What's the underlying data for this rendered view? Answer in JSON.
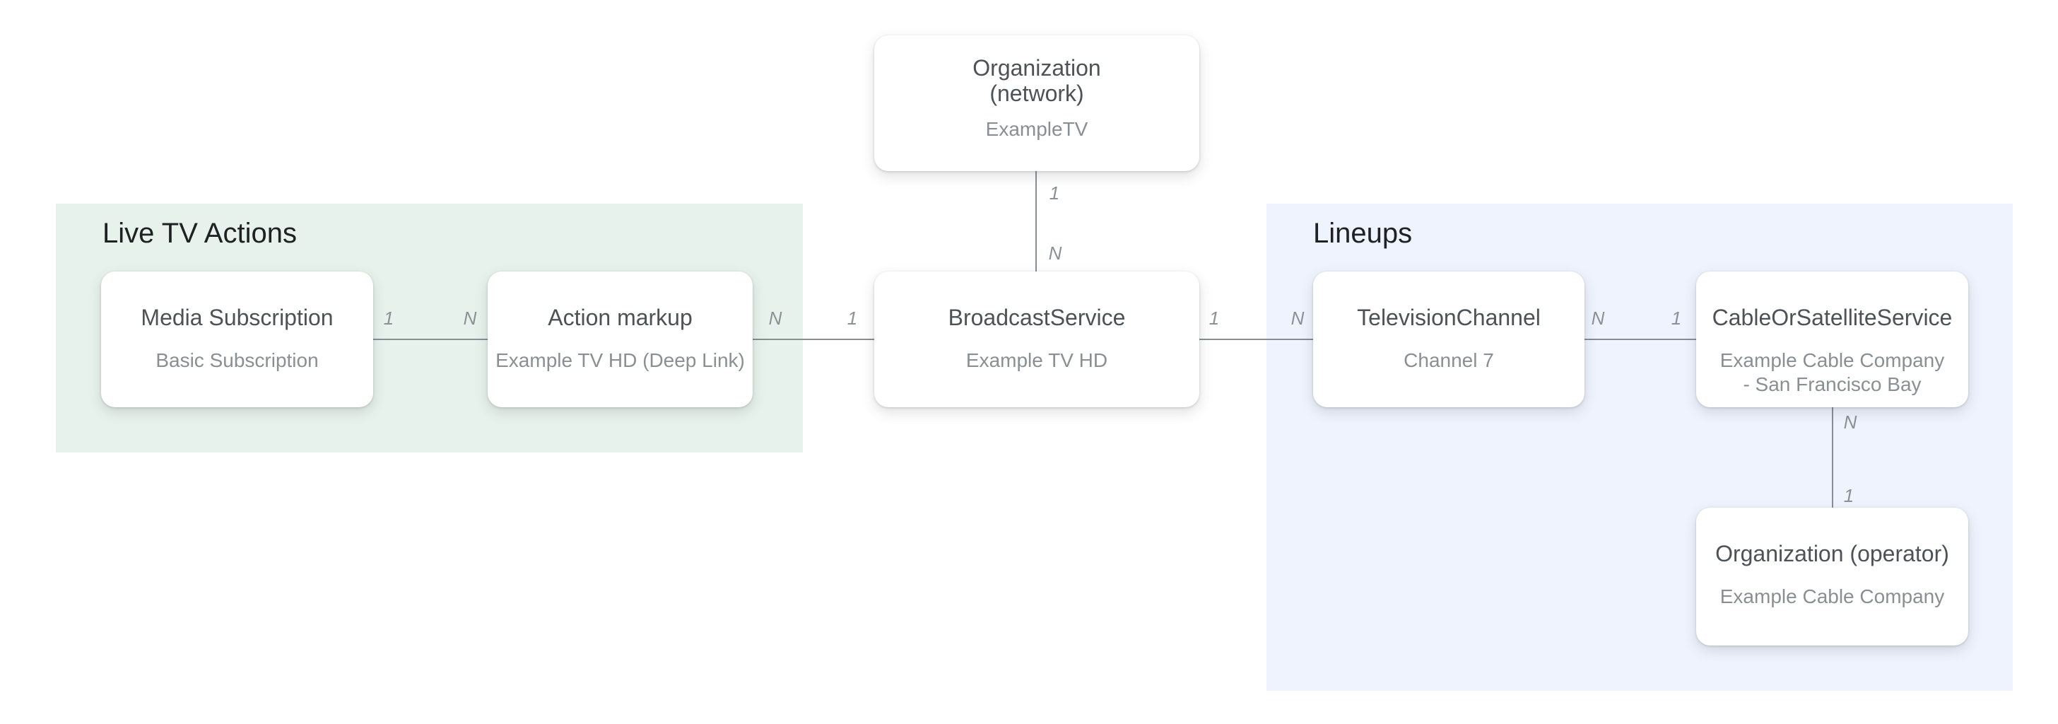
{
  "groups": [
    {
      "id": "live-tv-actions",
      "label": "Live TV Actions",
      "bg": "#e7f2ec"
    },
    {
      "id": "lineups",
      "label": "Lineups",
      "bg": "#eef3fd"
    }
  ],
  "nodes": [
    {
      "id": "organization-network",
      "title_line1": "Organization",
      "title_line2": "(network)",
      "subtitle": "ExampleTV"
    },
    {
      "id": "media-subscription",
      "title": "Media Subscription",
      "subtitle": "Basic Subscription"
    },
    {
      "id": "action-markup",
      "title": "Action markup",
      "subtitle": "Example TV HD (Deep Link)"
    },
    {
      "id": "broadcast-service",
      "title": "BroadcastService",
      "subtitle": "Example TV HD"
    },
    {
      "id": "television-channel",
      "title": "TelevisionChannel",
      "subtitle": "Channel 7"
    },
    {
      "id": "cable-or-satellite-service",
      "title": "CableOrSatelliteService",
      "subtitle": "Example Cable Company - San Francisco Bay"
    },
    {
      "id": "organization-operator",
      "title": "Organization (operator)",
      "subtitle": "Example Cable Company"
    }
  ],
  "edges": [
    {
      "from": "organization-network",
      "to": "broadcast-service",
      "orientation": "vertical",
      "from_label": "1",
      "to_label": "N"
    },
    {
      "from": "media-subscription",
      "to": "action-markup",
      "orientation": "horizontal",
      "from_label": "1",
      "to_label": "N"
    },
    {
      "from": "action-markup",
      "to": "broadcast-service",
      "orientation": "horizontal",
      "from_label": "N",
      "to_label": "1"
    },
    {
      "from": "broadcast-service",
      "to": "television-channel",
      "orientation": "horizontal",
      "from_label": "1",
      "to_label": "N"
    },
    {
      "from": "television-channel",
      "to": "cable-or-satellite-service",
      "orientation": "horizontal",
      "from_label": "N",
      "to_label": "1"
    },
    {
      "from": "cable-or-satellite-service",
      "to": "organization-operator",
      "orientation": "vertical",
      "from_label": "N",
      "to_label": "1"
    }
  ],
  "colors": {
    "background": "#ffffff",
    "card_bg": "#ffffff",
    "card_title": "#4d5257",
    "card_subtitle": "#8a8f93",
    "group_heading": "#202124",
    "connector": "#878e94",
    "cardinality_label": "#8b9196",
    "live_tv_actions_bg": "#e7f2ec",
    "lineups_bg": "#eef3fd"
  }
}
